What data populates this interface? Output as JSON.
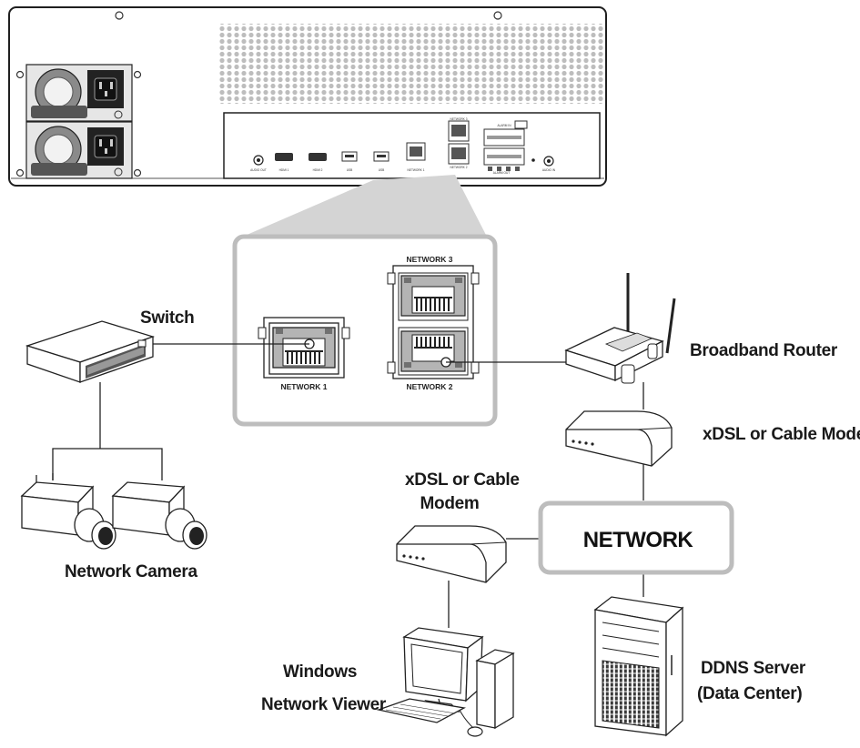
{
  "labels": {
    "switch": "Switch",
    "network_camera": "Network Camera",
    "broadband_router": "Broadband Router",
    "modem_right": "xDSL or Cable Modem",
    "modem_left_line1": "xDSL or Cable",
    "modem_left_line2": "Modem",
    "network": "NETWORK",
    "windows_line1": "Windows",
    "windows_line2": "Network Viewer",
    "ddns_line1": "DDNS Server",
    "ddns_line2": "(Data Center)"
  },
  "ports": {
    "network1": "NETWORK 1",
    "network2": "NETWORK 2",
    "network3": "NETWORK 3"
  },
  "rear_panel_labels": [
    "AUDIO OUT",
    "HDMI 1",
    "HDMI 2",
    "USB",
    "USB",
    "NETWORK 1",
    "NETWORK 2",
    "NETWORK 3",
    "ALARM IN",
    "ALARM OUT",
    "AUDIO IN"
  ]
}
